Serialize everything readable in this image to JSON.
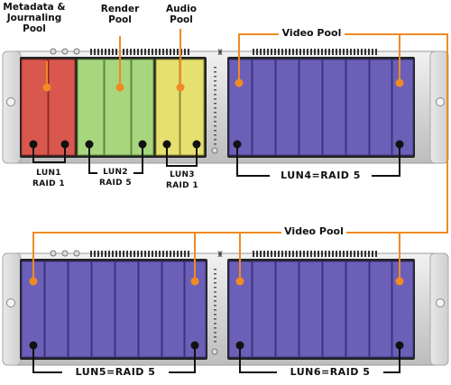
{
  "colors": {
    "accent": "#f08a24",
    "metadata_pool": "#d9584e",
    "render_pool": "#a8d67f",
    "audio_pool": "#e6e070",
    "video_pool": "#6b5fb8",
    "chassis": "#d8d8d8"
  },
  "labels": {
    "metadata_pool": "Metadata & Journaling Pool",
    "render_pool": "Render Pool",
    "audio_pool": "Audio Pool",
    "video_pool_top": "Video Pool",
    "video_pool_bottom": "Video Pool",
    "lun1": "LUN1",
    "lun1_raid": "RAID 1",
    "lun2": "LUN2",
    "lun2_raid": "RAID 5",
    "lun3": "LUN3",
    "lun3_raid": "RAID 1",
    "lun4": "LUN4=RAID 5",
    "lun5": "LUN5=RAID 5",
    "lun6": "LUN6=RAID 5"
  },
  "icons": [
    "screw-icon",
    "lock-icon",
    "power-icon"
  ]
}
